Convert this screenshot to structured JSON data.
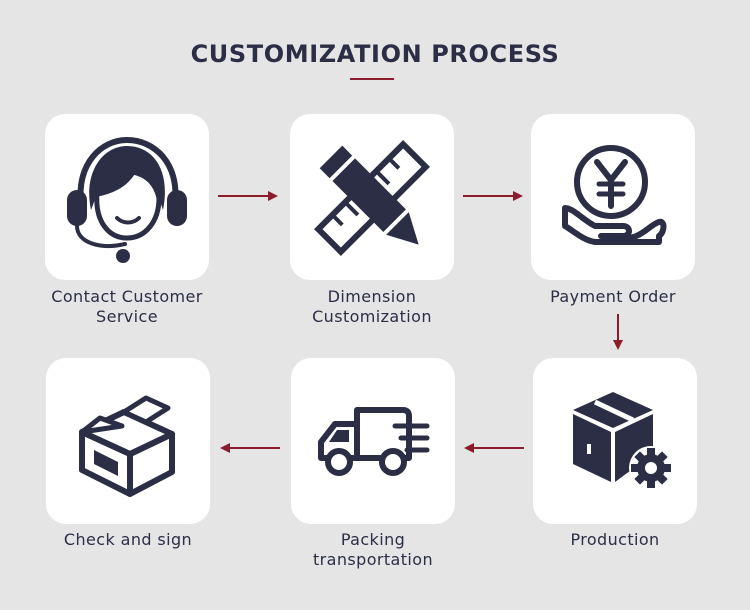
{
  "title": "CUSTOMIZATION PROCESS",
  "colors": {
    "background": "#e5e5e6",
    "card": "#ffffff",
    "icon": "#2b2e45",
    "arrow": "#8c1c2b"
  },
  "steps": [
    {
      "label_line1": "Contact Customer",
      "label_line2": "Service",
      "icon": "headset-agent-icon"
    },
    {
      "label_line1": "Dimension",
      "label_line2": "Customization",
      "icon": "pencil-ruler-icon"
    },
    {
      "label_line1": "Payment Order",
      "label_line2": "",
      "icon": "yen-coin-hand-icon"
    },
    {
      "label_line1": "Production",
      "label_line2": "",
      "icon": "box-gear-icon"
    },
    {
      "label_line1": "Packing",
      "label_line2": "transportation",
      "icon": "delivery-truck-icon"
    },
    {
      "label_line1": "Check and sign",
      "label_line2": "",
      "icon": "open-box-icon"
    }
  ]
}
